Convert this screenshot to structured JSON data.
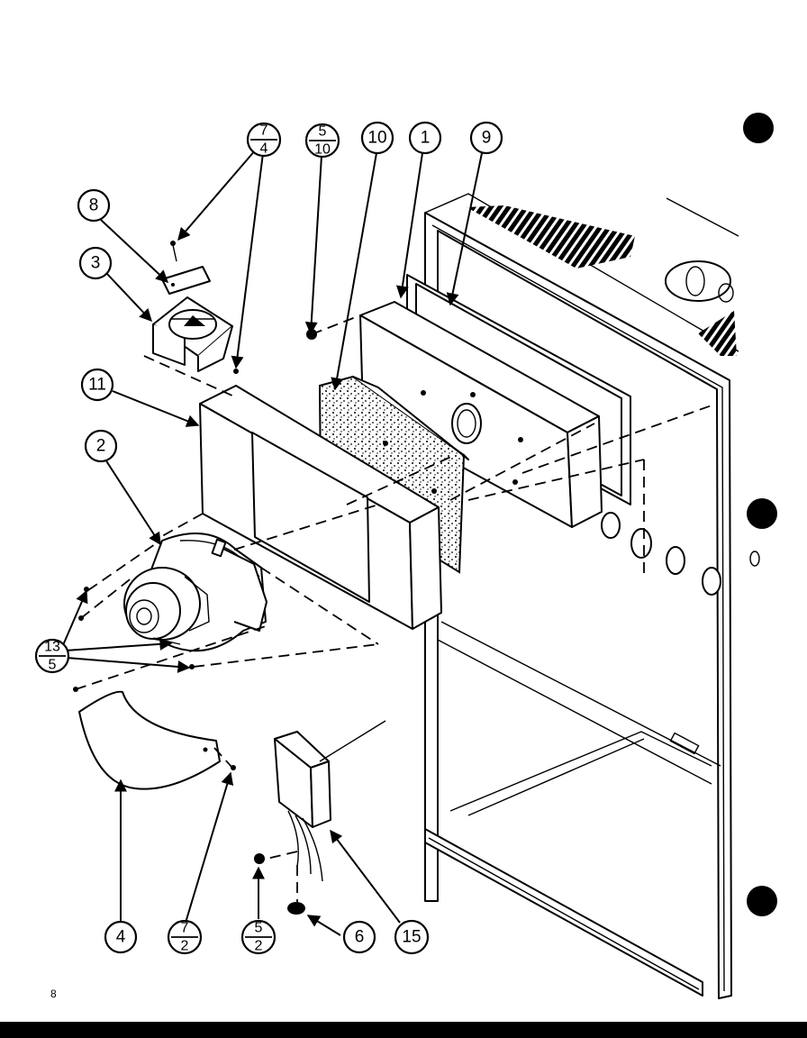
{
  "callouts": {
    "c1": "1",
    "c2": "2",
    "c3": "3",
    "c4": "4",
    "c6": "6",
    "c8": "8",
    "c9": "9",
    "c10": "10",
    "c11": "11",
    "c15": "15",
    "c7_4": {
      "top": "7",
      "bottom": "4"
    },
    "c5_10": {
      "top": "5",
      "bottom": "10"
    },
    "c3_5": {
      "top": "13",
      "bottom": "5"
    },
    "c7_2": {
      "top": "7",
      "bottom": "2"
    },
    "c5_2": {
      "top": "5",
      "bottom": "2"
    }
  },
  "page_number": "8"
}
